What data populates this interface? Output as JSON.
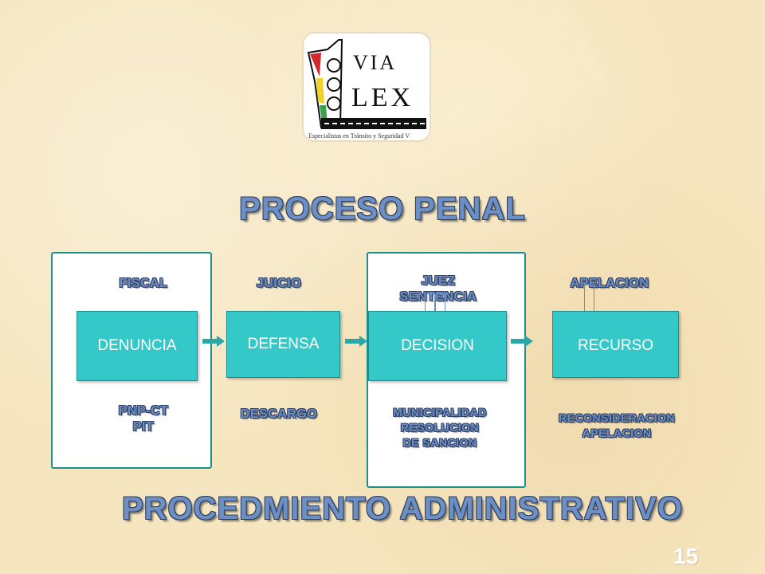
{
  "logo": {
    "word1": "VIA",
    "word2": "LEX",
    "tagline": "Especialistas en Tránsito y Seguridad V",
    "colors": {
      "red": "#d12a2a",
      "yellow": "#f2d22a",
      "green": "#3aa04a"
    }
  },
  "titles": {
    "top": "PROCESO PENAL",
    "bottom": "PROCEDMIENTO ADMINISTRATIVO"
  },
  "stages": [
    {
      "box": "DENUNCIA",
      "top_label": "FISCAL",
      "bottom_label_lines": [
        "PNP-CT",
        "PIT"
      ]
    },
    {
      "box": "DEFENSA",
      "top_label": "JUICIO",
      "bottom_label_lines": [
        "DESCARGO"
      ]
    },
    {
      "box": "DECISION",
      "top_label_lines": [
        "JUEZ",
        "SENTENCIA"
      ],
      "bottom_label_lines": [
        "MUNICIPALIDAD",
        "RESOLUCION",
        "DE SANCION"
      ]
    },
    {
      "box": "RECURSO",
      "top_label": "APELACION",
      "bottom_label_lines": [
        "RECONSIDERACION",
        "APELACION"
      ]
    }
  ],
  "page_number": "15",
  "colors": {
    "box_fill": "#34c8c8",
    "label_fill": "#6c8fc4",
    "frame_border": "#1f8f8a",
    "arrow": "#2aa8a8",
    "background": "#f6e6bf"
  }
}
